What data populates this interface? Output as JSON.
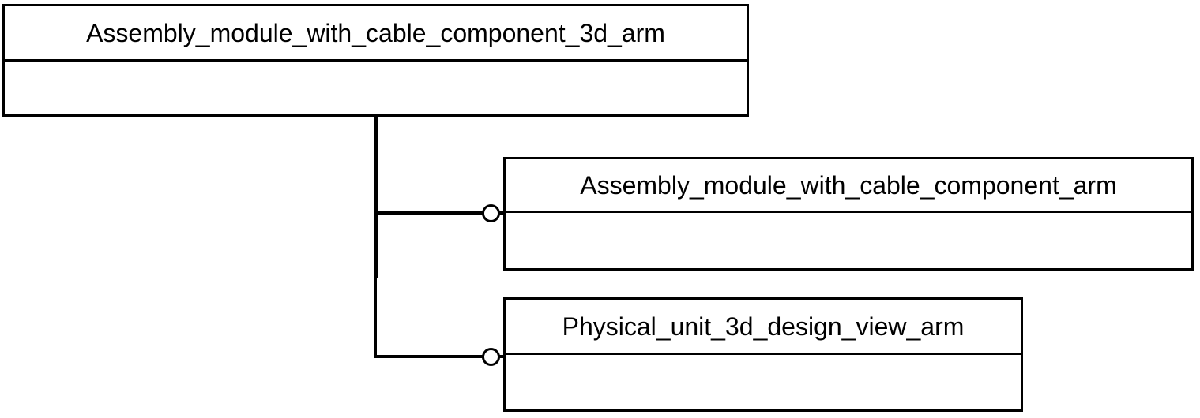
{
  "diagram": {
    "type": "express-g-entity-inheritance",
    "notation": "supertype-subtype (hollow circle) tree",
    "background_color": "#ffffff",
    "line_color": "#000000",
    "text_color": "#000000"
  },
  "entities": [
    {
      "id": "supertype",
      "name": "Assembly_module_with_cable_component_3d_arm",
      "role": "supertype",
      "attributes": []
    },
    {
      "id": "subtype-1",
      "name": "Assembly_module_with_cable_component_arm",
      "role": "subtype",
      "attributes": []
    },
    {
      "id": "subtype-2",
      "name": "Physical_unit_3d_design_view_arm",
      "role": "subtype",
      "attributes": []
    }
  ],
  "connectors": [
    {
      "id": "branch-1",
      "from": "supertype",
      "to": "subtype-1",
      "marker": "hollow-circle"
    },
    {
      "id": "branch-2",
      "from": "supertype",
      "to": "subtype-2",
      "marker": "hollow-circle"
    }
  ]
}
